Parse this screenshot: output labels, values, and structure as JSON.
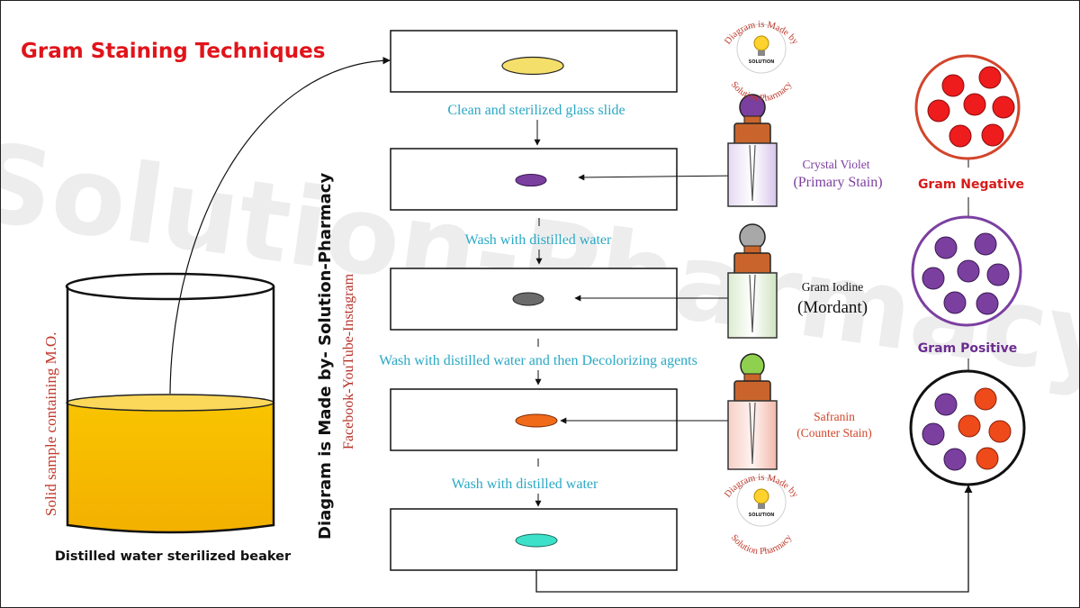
{
  "title": "Gram Staining Techniques",
  "watermark": "Solution-Pharmacy",
  "beaker": {
    "side_label": "Solid sample containing M.O.",
    "caption": "Distilled water sterilized beaker"
  },
  "credit": {
    "main": "Diagram is Made by- Solution-Pharmacy",
    "sub": "Facebook-YouTube-Instagram"
  },
  "steps": [
    "Clean and sterilized glass slide",
    "Wash with distilled water",
    "Wash with distilled water and then Decolorizing agents",
    "Wash with distilled water"
  ],
  "reagents": [
    {
      "name": "Crystal Violet",
      "role": "(Primary Stain)",
      "color": "#7b3fa0"
    },
    {
      "name": "Gram Iodine",
      "role": "(Mordant)",
      "color": "#111111"
    },
    {
      "name": "Safranin",
      "role": "(Counter Stain)",
      "color": "#d2452b"
    }
  ],
  "results": {
    "negative": "Gram Negative",
    "positive": "Gram Positive"
  },
  "seal": {
    "arc_top": "Diagram is Made by",
    "arc_bottom": "Solution Pharmacy",
    "center": "SOLUTION"
  },
  "colors": {
    "title": "#e0141a",
    "steps": "#2aa8c4",
    "crystal_violet": "#7b3fa0",
    "iodine": "#6b6b6b",
    "safranin": "#f06a1a",
    "final_smear": "#3de0c8",
    "sample_smear": "#f5df6b",
    "beaker_liquid": "#f6b800",
    "gram_negative": "#ee1c1c",
    "gram_positive": "#7b3fa0",
    "gram_negative_label": "#d81a1a",
    "gram_positive_label": "#6b2d8f",
    "credit_sub": "#b5332a"
  }
}
